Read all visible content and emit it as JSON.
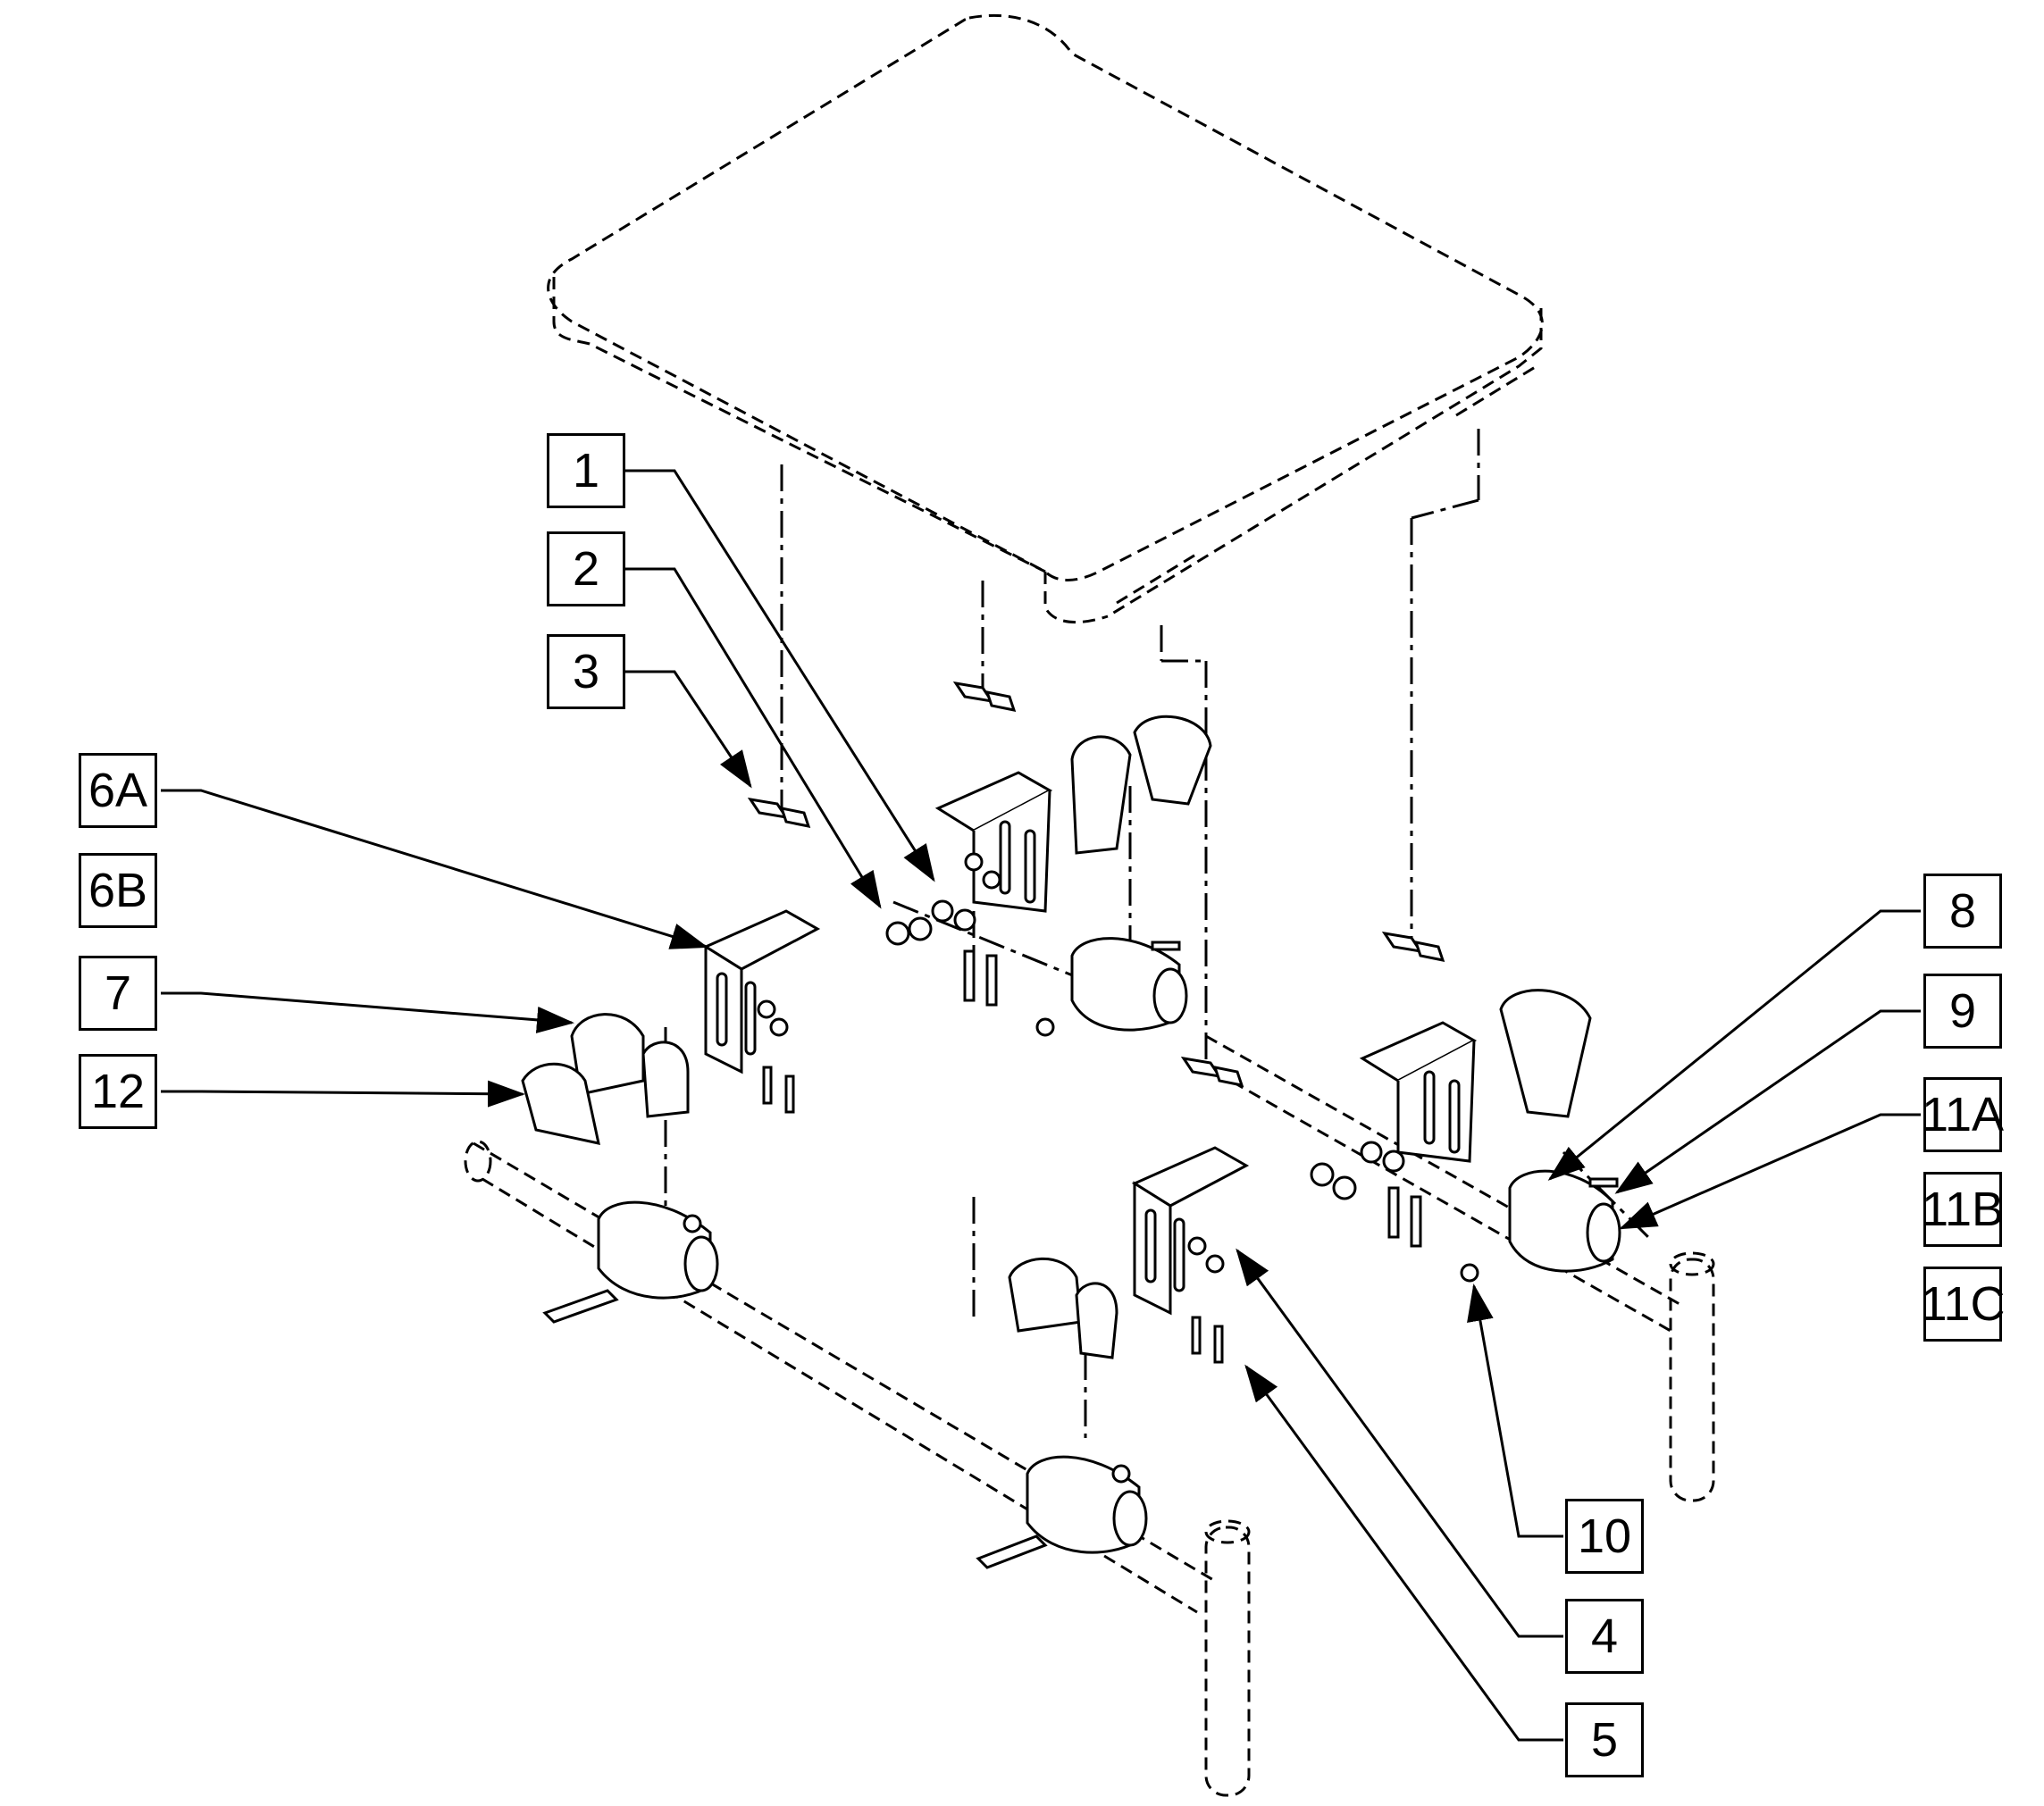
{
  "diagram": {
    "callouts": [
      {
        "id": "c1",
        "label": "1"
      },
      {
        "id": "c2",
        "label": "2"
      },
      {
        "id": "c3",
        "label": "3"
      },
      {
        "id": "c6a",
        "label": "6A"
      },
      {
        "id": "c6b",
        "label": "6B"
      },
      {
        "id": "c7",
        "label": "7"
      },
      {
        "id": "c12",
        "label": "12"
      },
      {
        "id": "c8",
        "label": "8"
      },
      {
        "id": "c9",
        "label": "9"
      },
      {
        "id": "c11a",
        "label": "11A"
      },
      {
        "id": "c11b",
        "label": "11B"
      },
      {
        "id": "c11c",
        "label": "11C"
      },
      {
        "id": "c10",
        "label": "10"
      },
      {
        "id": "c4",
        "label": "4"
      },
      {
        "id": "c5",
        "label": "5"
      }
    ]
  }
}
